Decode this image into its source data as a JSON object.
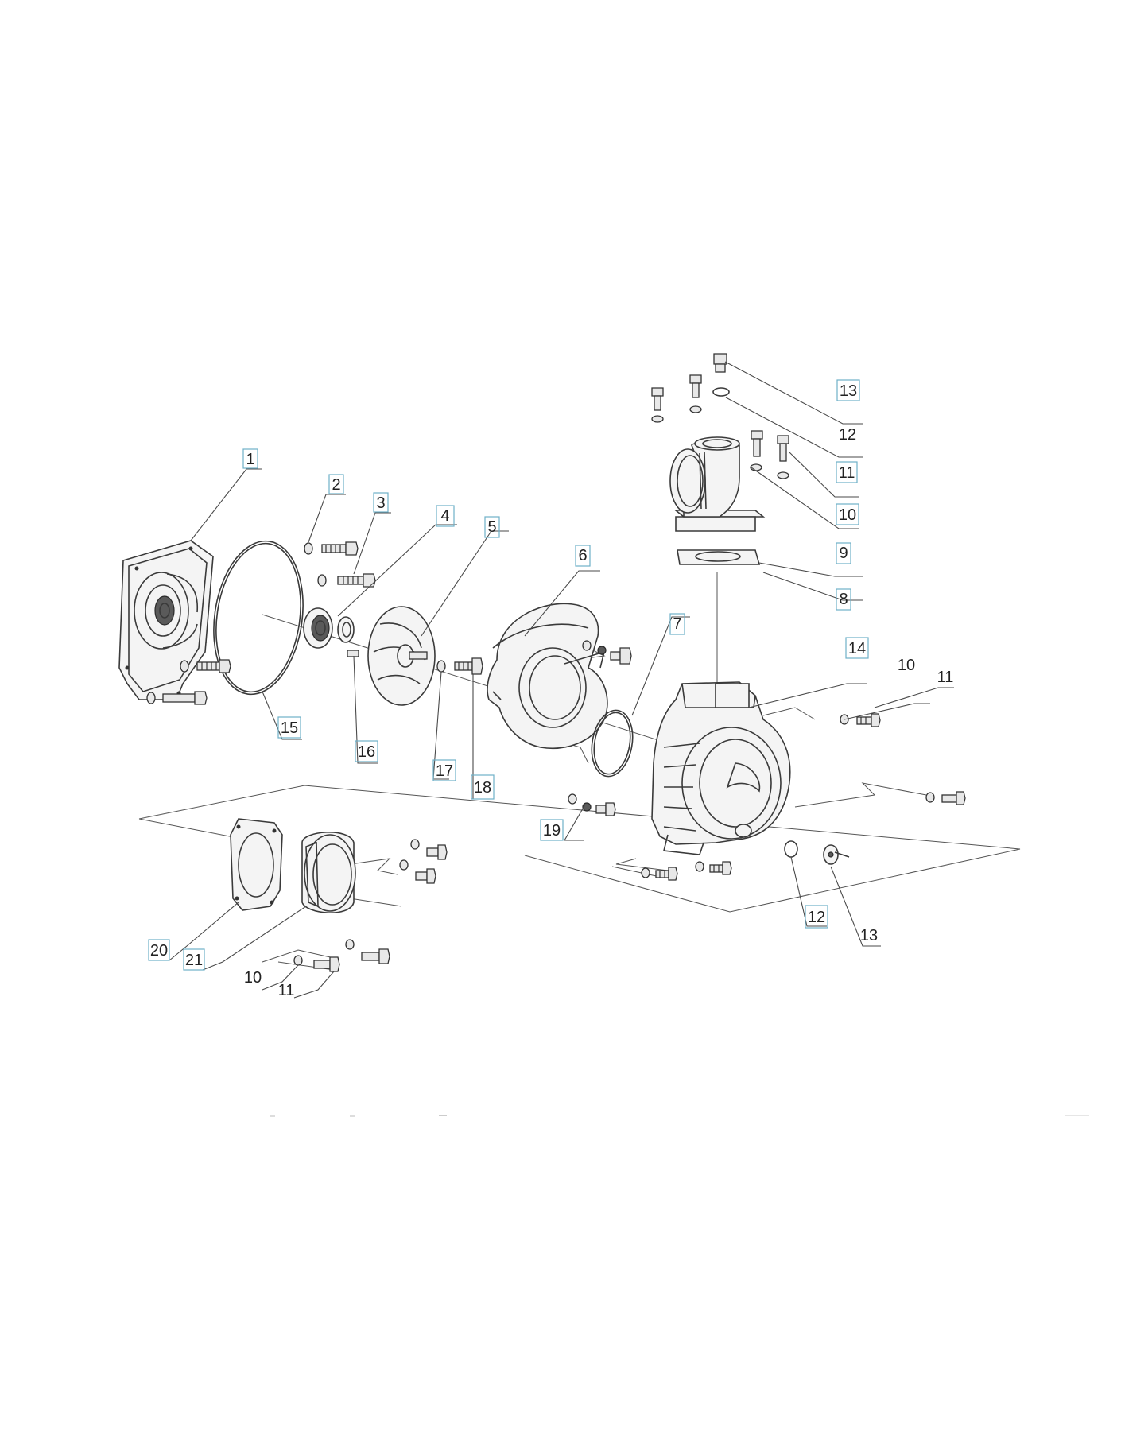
{
  "callouts": [
    {
      "id": "1",
      "text": "1",
      "boxed": true
    },
    {
      "id": "2",
      "text": "2",
      "boxed": true
    },
    {
      "id": "3",
      "text": "3",
      "boxed": true
    },
    {
      "id": "4",
      "text": "4",
      "boxed": true
    },
    {
      "id": "5",
      "text": "5",
      "boxed": true
    },
    {
      "id": "6",
      "text": "6",
      "boxed": true
    },
    {
      "id": "7",
      "text": "7",
      "boxed": true
    },
    {
      "id": "8",
      "text": "8",
      "boxed": true
    },
    {
      "id": "9",
      "text": "9",
      "boxed": true
    },
    {
      "id": "10a",
      "text": "10",
      "boxed": true
    },
    {
      "id": "11a",
      "text": "11",
      "boxed": true
    },
    {
      "id": "12a",
      "text": "12",
      "boxed": false
    },
    {
      "id": "13a",
      "text": "13",
      "boxed": true
    },
    {
      "id": "14",
      "text": "14",
      "boxed": true
    },
    {
      "id": "10b",
      "text": "10",
      "boxed": false
    },
    {
      "id": "11b",
      "text": "11",
      "boxed": false
    },
    {
      "id": "15",
      "text": "15",
      "boxed": true
    },
    {
      "id": "16",
      "text": "16",
      "boxed": true
    },
    {
      "id": "17",
      "text": "17",
      "boxed": true
    },
    {
      "id": "18",
      "text": "18",
      "boxed": true
    },
    {
      "id": "19",
      "text": "19",
      "boxed": true
    },
    {
      "id": "12b",
      "text": "12",
      "boxed": true
    },
    {
      "id": "13b",
      "text": "13",
      "boxed": false
    },
    {
      "id": "20",
      "text": "20",
      "boxed": true
    },
    {
      "id": "21",
      "text": "21",
      "boxed": true
    },
    {
      "id": "10c",
      "text": "10",
      "boxed": false
    },
    {
      "id": "11c",
      "text": "11",
      "boxed": false
    }
  ],
  "colors": {
    "line": "#3a3a3a",
    "label_box": "#6fb0c7",
    "background": "#ffffff"
  }
}
